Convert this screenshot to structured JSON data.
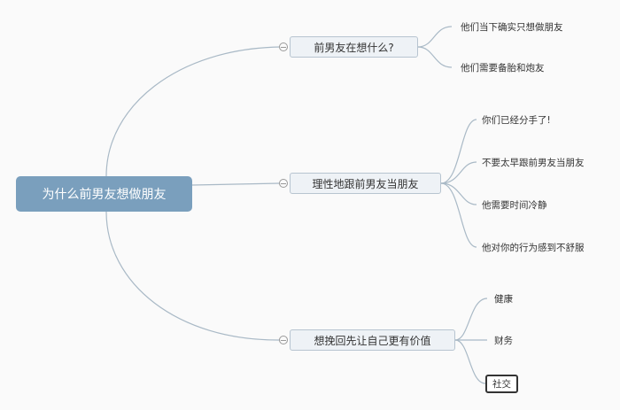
{
  "root": {
    "label": "为什么前男友想做朋友",
    "color": "#7a9fbd"
  },
  "branches": [
    {
      "label": "前男友在想什么?",
      "children": [
        "他们当下确实只想做朋友",
        "他们需要备胎和炮友"
      ]
    },
    {
      "label": "理性地跟前男友当朋友",
      "children": [
        "你们已经分手了!",
        "不要太早跟前男友当朋友",
        "他需要时间冷静",
        "他对你的行为感到不舒服"
      ]
    },
    {
      "label": "想挽回先让自己更有价值",
      "children": [
        "健康",
        "财务",
        "社交"
      ]
    }
  ],
  "selected_node": "社交",
  "colors": {
    "link": "#a9b9c6",
    "topic_bg": "#eef2f6",
    "topic_border": "#b7c4d0",
    "background": "#fafafa"
  }
}
